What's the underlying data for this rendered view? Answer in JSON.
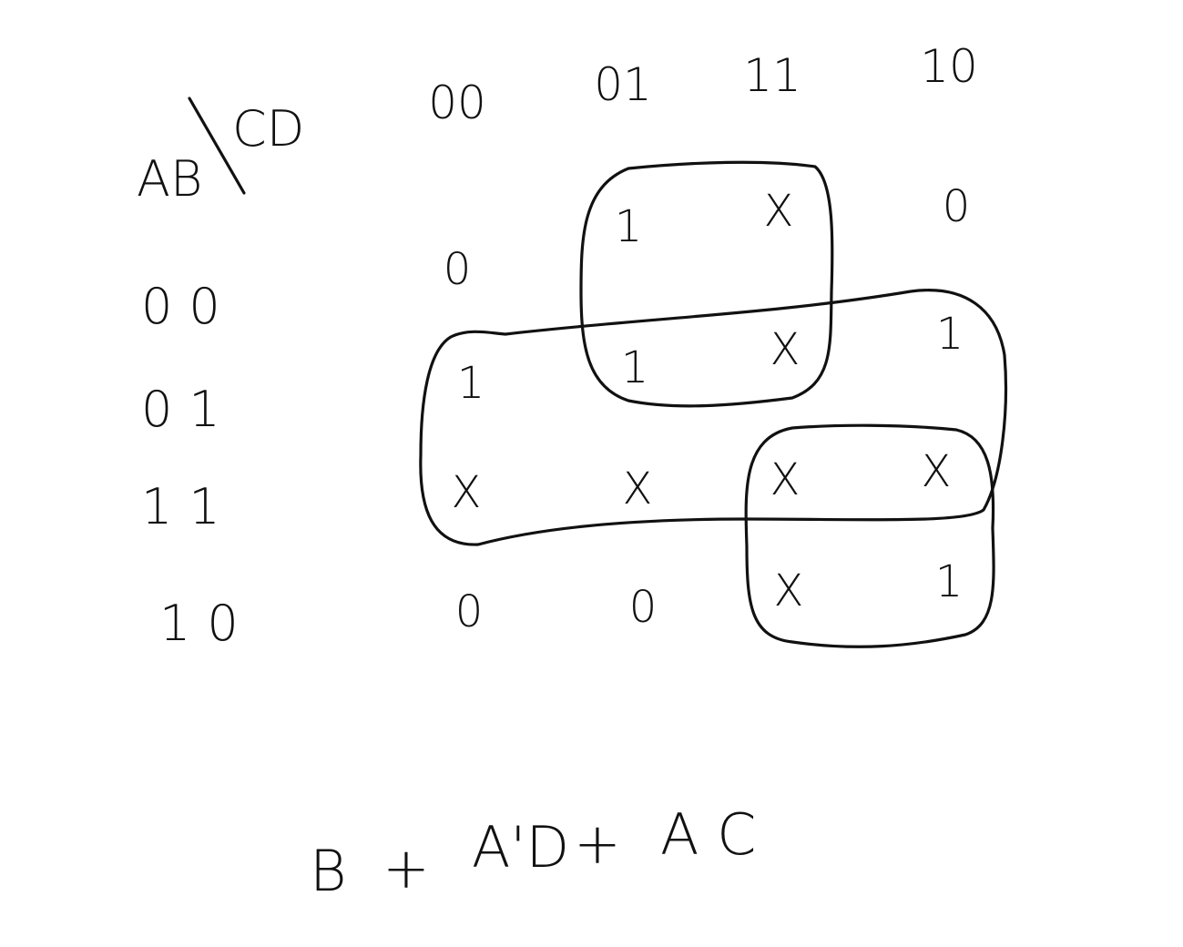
{
  "kmap": {
    "corner_label_rows": "AB",
    "corner_label_cols": "CD",
    "column_headers": [
      "00",
      "01",
      "11",
      "10"
    ],
    "row_headers": [
      "00",
      "01",
      "11",
      "10"
    ],
    "cells": [
      [
        "0",
        "1",
        "X",
        "0"
      ],
      [
        "1",
        "1",
        "X",
        "1"
      ],
      [
        "X",
        "X",
        "X",
        "X"
      ],
      [
        "0",
        "0",
        "X",
        "1"
      ]
    ]
  },
  "expression": {
    "term1": "B",
    "op1": "+",
    "term2": "A'D",
    "op2": "+",
    "term3": "A C"
  }
}
